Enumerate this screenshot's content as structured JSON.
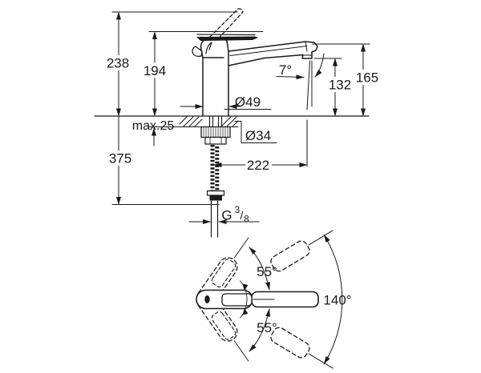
{
  "side_view": {
    "total_height": "238",
    "body_height": "194",
    "max_counter_thickness": "max.25",
    "under_counter_depth": "375",
    "base_diameter": "Ø49",
    "hole_diameter": "Ø34",
    "spout_reach": "222",
    "stream_angle": "7°",
    "outlet_height": "132",
    "spout_top_height": "165",
    "thread": {
      "g": "G",
      "num": "3",
      "slash": "/",
      "den": "8"
    }
  },
  "top_view": {
    "handle_swing_upper": "55°",
    "handle_swing_lower": "55°",
    "swivel_range": "140°"
  },
  "colors": {
    "line": "#1a1a1a",
    "background": "#ffffff"
  }
}
